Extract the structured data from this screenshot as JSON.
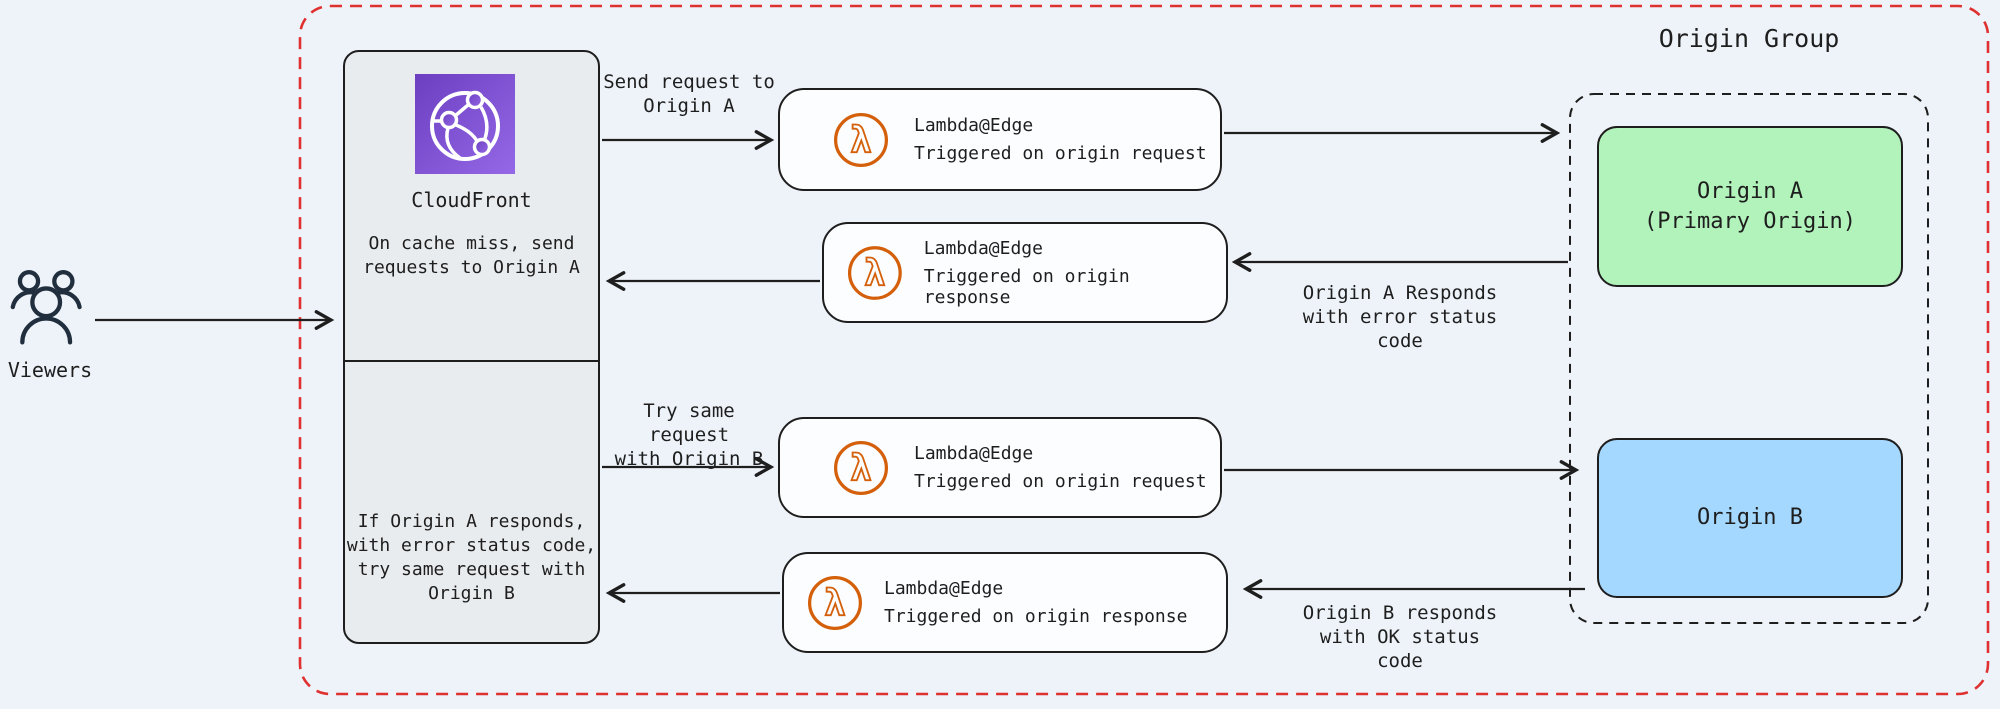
{
  "colors": {
    "background": "#eef3f9",
    "stroke": "#1e1e1e",
    "boundary_red": "#e03131",
    "origin_a_green": "#b2f2bb",
    "origin_b_blue": "#a5d8ff",
    "cloudfront_box_gray": "#e9ecef",
    "lambda_orange": "#d4600b",
    "cloudfront_purple_dark": "#6b3fc0",
    "cloudfront_purple_light": "#9468e6",
    "viewers_navy": "#202e3e"
  },
  "viewers": {
    "icon": "users-icon",
    "label": "Viewers"
  },
  "cloudfront": {
    "icon": "cloudfront-icon",
    "title": "CloudFront",
    "top_note": "On cache miss, send\nrequests to Origin A",
    "bottom_note": "If Origin A responds,\nwith error status code,\ntry same request with\nOrigin B"
  },
  "lambda_nodes": [
    {
      "icon": "lambda-icon",
      "title": "Lambda@Edge",
      "subtitle": "Triggered on origin request"
    },
    {
      "icon": "lambda-icon",
      "title": "Lambda@Edge",
      "subtitle": "Triggered on origin response"
    },
    {
      "icon": "lambda-icon",
      "title": "Lambda@Edge",
      "subtitle": "Triggered on origin request"
    },
    {
      "icon": "lambda-icon",
      "title": "Lambda@Edge",
      "subtitle": "Triggered on origin response"
    }
  ],
  "origin_group": {
    "title": "Origin Group",
    "origin_a_label": "Origin A\n(Primary Origin)",
    "origin_b_label": "Origin B"
  },
  "arrow_labels": {
    "send_request": "Send request to\nOrigin A",
    "try_same_request": "Try same request\nwith Origin B",
    "origin_a_responds": "Origin A Responds\nwith error status\ncode",
    "origin_b_responds": "Origin B responds\nwith OK status\ncode"
  }
}
